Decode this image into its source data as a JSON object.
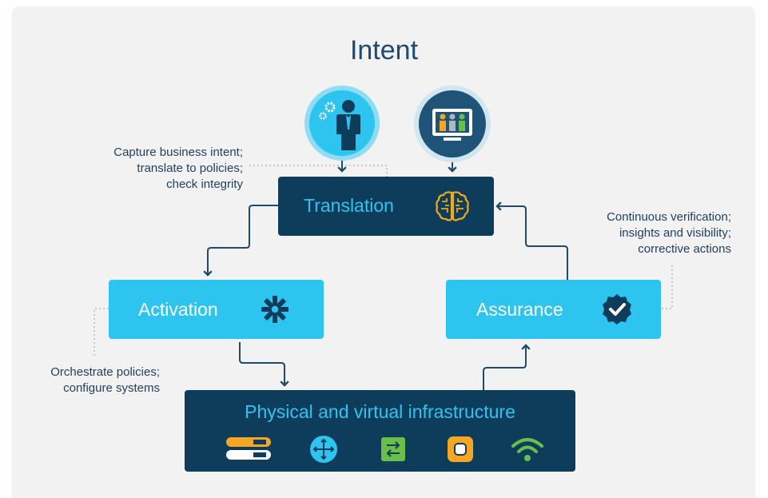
{
  "title": "Intent",
  "nodes": {
    "translation": {
      "label": "Translation",
      "icon": "brain-icon"
    },
    "activation": {
      "label": "Activation",
      "icon": "gear-icon"
    },
    "assurance": {
      "label": "Assurance",
      "icon": "checkmark-badge-icon"
    },
    "infrastructure": {
      "label": "Physical and virtual infrastructure",
      "icons": [
        "server-icon",
        "router-icon",
        "switch-icon",
        "access-point-icon",
        "wifi-icon"
      ]
    }
  },
  "annotations": {
    "capture": [
      "Capture business intent;",
      "translate to policies;",
      "check integrity"
    ],
    "verification": [
      "Continuous verification;",
      "insights and visibility;",
      "corrective actions"
    ],
    "orchestrate": [
      "Orchestrate policies;",
      "configure systems"
    ]
  },
  "people_icons": [
    "business-user-icon",
    "team-monitor-icon"
  ],
  "colors": {
    "dark_node": "#0e3d5c",
    "light_node": "#2ec4f0",
    "connector": "#1f4a6e",
    "annotation_text": "#1f3f5f",
    "brain": "#f2a81d",
    "switch": "#6abf4b",
    "access_point": "#f5a623",
    "wifi": "#6abf4b"
  }
}
